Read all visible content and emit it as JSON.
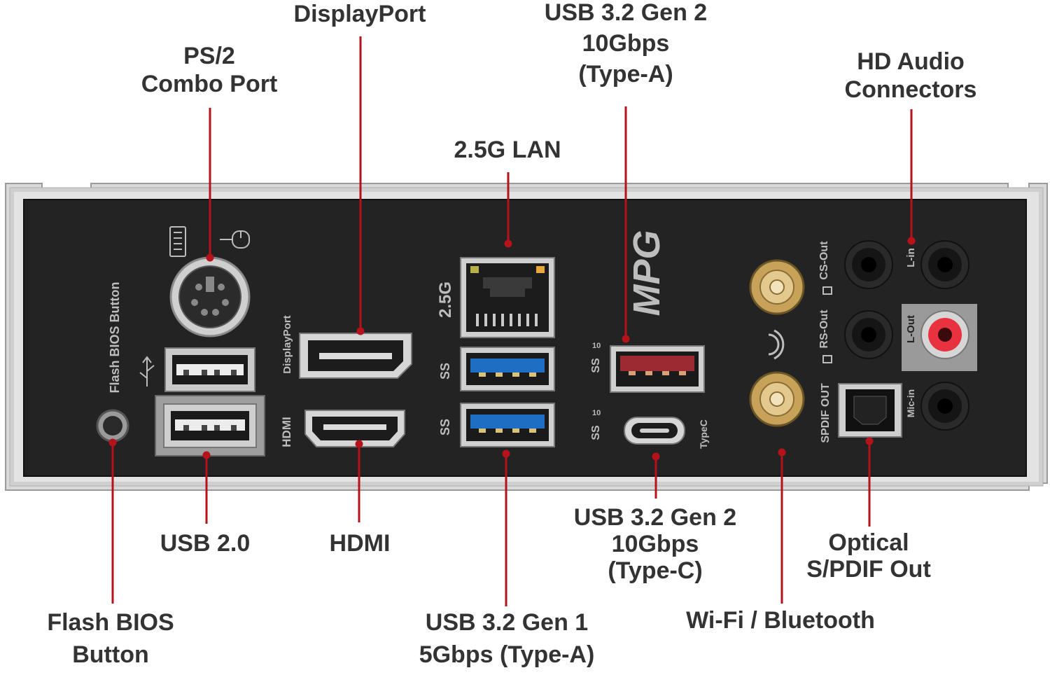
{
  "callouts": {
    "ps2": [
      "PS/2",
      "Combo Port"
    ],
    "displayport": [
      "DisplayPort"
    ],
    "usb32g2a": [
      "USB 3.2 Gen 2",
      "10Gbps",
      "(Type-A)"
    ],
    "lan": [
      "2.5G LAN"
    ],
    "hdaudio": [
      "HD Audio",
      "Connectors"
    ],
    "usb20": [
      "USB 2.0"
    ],
    "hdmi": [
      "HDMI"
    ],
    "usb32g2c": [
      "USB 3.2 Gen 2",
      "10Gbps",
      "(Type-C)"
    ],
    "optical": [
      "Optical",
      "S/PDIF Out"
    ],
    "flash": [
      "Flash BIOS",
      "Button"
    ],
    "usb32g1": [
      "USB 3.2 Gen 1",
      "5Gbps (Type-A)"
    ],
    "wifi": [
      "Wi-Fi / Bluetooth"
    ]
  },
  "panel_labels": {
    "flash_bios": "Flash BIOS Button",
    "displayport": "DisplayPort",
    "hdmi": "HDMI",
    "lan_speed": "2.5G",
    "ss": "SS",
    "ss_ten": "10",
    "typec": "TypeC",
    "cs_out": "CS-Out",
    "rs_out": "RS-Out",
    "spdif_out": "SPDIF OUT",
    "line_in": "L-in",
    "line_out": "L-Out",
    "mic_in": "Mic-in",
    "brand": "MPG"
  },
  "colors": {
    "callout_line": "#b5121b",
    "panel": "#232323",
    "bracket": "#d2d2d2",
    "usb3_blue": "#1e6fc4",
    "usb_red": "#9c2a33",
    "line_out_pink": "#e8323f",
    "antenna_gold": "#c9a25a"
  }
}
